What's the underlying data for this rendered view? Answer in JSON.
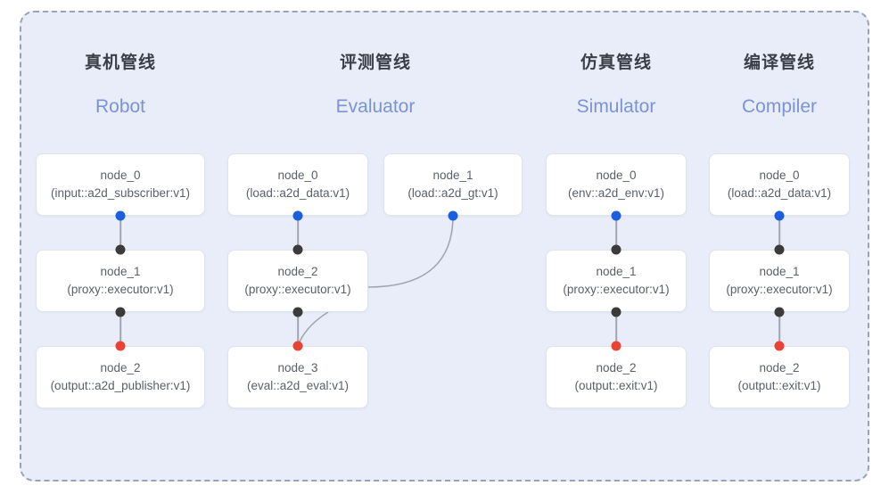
{
  "panel": {
    "border_style": "dashed",
    "background_color": "#e8edf9",
    "border_color": "#9aa3b5"
  },
  "palette": {
    "dot_input": "#1a5fe0",
    "dot_mid": "#3b3b3b",
    "dot_output": "#ea4335",
    "edge": "#9fa6b2",
    "header_cn": "#3a3f47",
    "header_en": "#7b93d6",
    "node_text": "#5a5f68"
  },
  "columns": [
    {
      "id": "robot",
      "title_cn": "真机管线",
      "title_en": "Robot",
      "nodes": [
        {
          "name": "node_0",
          "spec": "(input::a2d_subscriber:v1)"
        },
        {
          "name": "node_1",
          "spec": "(proxy::executor:v1)"
        },
        {
          "name": "node_2",
          "spec": "(output::a2d_publisher:v1)"
        }
      ]
    },
    {
      "id": "evaluator",
      "title_cn": "评测管线",
      "title_en": "Evaluator",
      "nodes": [
        {
          "name": "node_0",
          "spec": "(load::a2d_data:v1)"
        },
        {
          "name": "node_2",
          "spec": "(proxy::executor:v1)"
        },
        {
          "name": "node_3",
          "spec": "(eval::a2d_eval:v1)"
        }
      ],
      "side_nodes": [
        {
          "name": "node_1",
          "spec": "(load::a2d_gt:v1)"
        }
      ]
    },
    {
      "id": "simulator",
      "title_cn": "仿真管线",
      "title_en": "Simulator",
      "nodes": [
        {
          "name": "node_0",
          "spec": "(env::a2d_env:v1)"
        },
        {
          "name": "node_1",
          "spec": "(proxy::executor:v1)"
        },
        {
          "name": "node_2",
          "spec": "(output::exit:v1)"
        }
      ]
    },
    {
      "id": "compiler",
      "title_cn": "编译管线",
      "title_en": "Compiler",
      "nodes": [
        {
          "name": "node_0",
          "spec": "(load::a2d_data:v1)"
        },
        {
          "name": "node_1",
          "spec": "(proxy::executor:v1)"
        },
        {
          "name": "node_2",
          "spec": "(output::exit:v1)"
        }
      ]
    }
  ]
}
